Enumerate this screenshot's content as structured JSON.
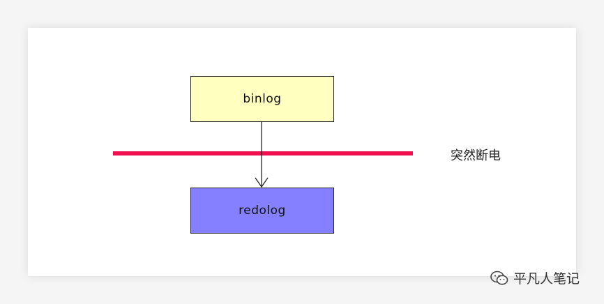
{
  "diagram": {
    "top_box_label": "binlog",
    "bottom_box_label": "redolog",
    "line_label": "突然断电"
  },
  "watermark": {
    "icon": "wechat-icon",
    "text": "平凡人笔记"
  },
  "colors": {
    "binlog_fill": "#ffffc0",
    "redolog_fill": "#8480ff",
    "power_line": "#f0104f"
  }
}
